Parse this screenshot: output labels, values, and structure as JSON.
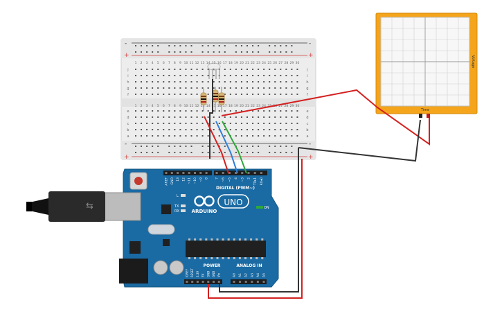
{
  "canvas": {
    "background": "#ffffff"
  },
  "breadboard": {
    "row_numbers": [
      "1",
      "2",
      "3",
      "4",
      "5",
      "6",
      "7",
      "8",
      "9",
      "10",
      "11",
      "12",
      "13",
      "14",
      "15",
      "16",
      "17",
      "18",
      "19",
      "20",
      "21",
      "22",
      "23",
      "24",
      "25",
      "26",
      "27",
      "28",
      "29",
      "30"
    ],
    "row_letters_top": [
      "j",
      "i",
      "h",
      "g",
      "f"
    ],
    "row_letters_bottom": [
      "e",
      "d",
      "c",
      "b",
      "a"
    ],
    "rail_plus": "+",
    "rail_minus": "-",
    "colors": {
      "body": "#f1f1f1",
      "hole": "#555555",
      "rail_red": "#d33b3b",
      "rail_blue": "#3a3a3a"
    }
  },
  "oscilloscope": {
    "x_label": "Time",
    "y_label": "Voltage",
    "colors": {
      "frame": "#f4a51c",
      "screen": "#f7f7f7",
      "grid": "#c9c9c9"
    }
  },
  "arduino": {
    "logo_text": "ARDUINO",
    "model_text": "UNO",
    "digital_label": "DIGITAL (PWM~)",
    "power_label": "POWER",
    "analog_label": "ANALOG IN",
    "on_label": "ON",
    "led_l": "L",
    "led_tx": "TX",
    "led_rx": "RX",
    "left_header_pins": [
      "AREF",
      "GND",
      "13",
      "12",
      "~11",
      "~10",
      "~9",
      "8"
    ],
    "right_header_pins": [
      "7",
      "~6",
      "~5",
      "4",
      "~3",
      "2",
      "TX▸1",
      "RX◂0"
    ],
    "power_pins": [
      "IOREF",
      "RESET",
      "3.3V",
      "5V",
      "GND",
      "GND",
      "Vin"
    ],
    "analog_pins": [
      "A0",
      "A1",
      "A2",
      "A3",
      "A4",
      "A5"
    ],
    "colors": {
      "board": "#1a6aa3",
      "header": "#1e1e1e",
      "label": "#ffffff"
    }
  },
  "wires": {
    "red": "#d42020",
    "blue": "#2f7ed8",
    "green": "#2ea83b",
    "black": "#333333"
  }
}
